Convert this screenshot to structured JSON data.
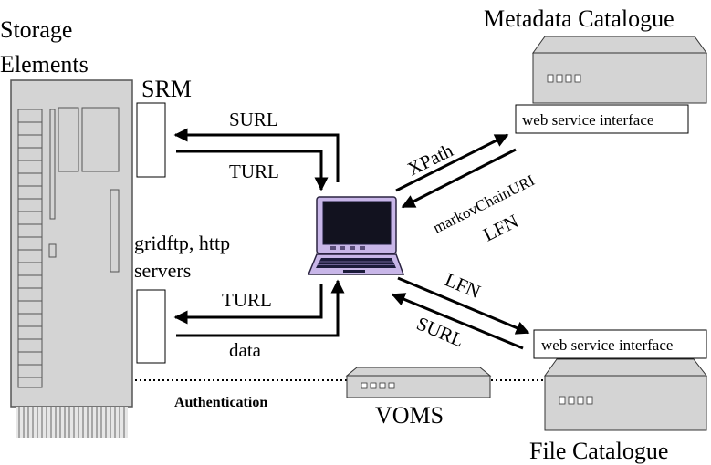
{
  "labels": {
    "storage_title_line1": "Storage",
    "storage_title_line2": "Elements",
    "srm": "SRM",
    "servers_line1": "gridftp, http",
    "servers_line2": "servers",
    "metadata_catalogue": "Metadata Catalogue",
    "file_catalogue": "File Catalogue",
    "voms": "VOMS",
    "authentication": "Authentication",
    "metadata_interface": "web service interface",
    "file_interface": "web service interface"
  },
  "arrows": {
    "surl_top": "SURL",
    "turl_top": "TURL",
    "turl_bottom": "TURL",
    "data": "data",
    "xpath": "XPath",
    "markov": "markovChainURI",
    "lfn_metadata": "LFN",
    "lfn_file": "LFN",
    "surl_file": "SURL"
  },
  "colors": {
    "panel_gray": "#d4d4d4",
    "line": "#000000",
    "laptop_body": "#c8b6e8",
    "laptop_dark": "#1b1b3a",
    "laptop_screen": "#12121f"
  }
}
